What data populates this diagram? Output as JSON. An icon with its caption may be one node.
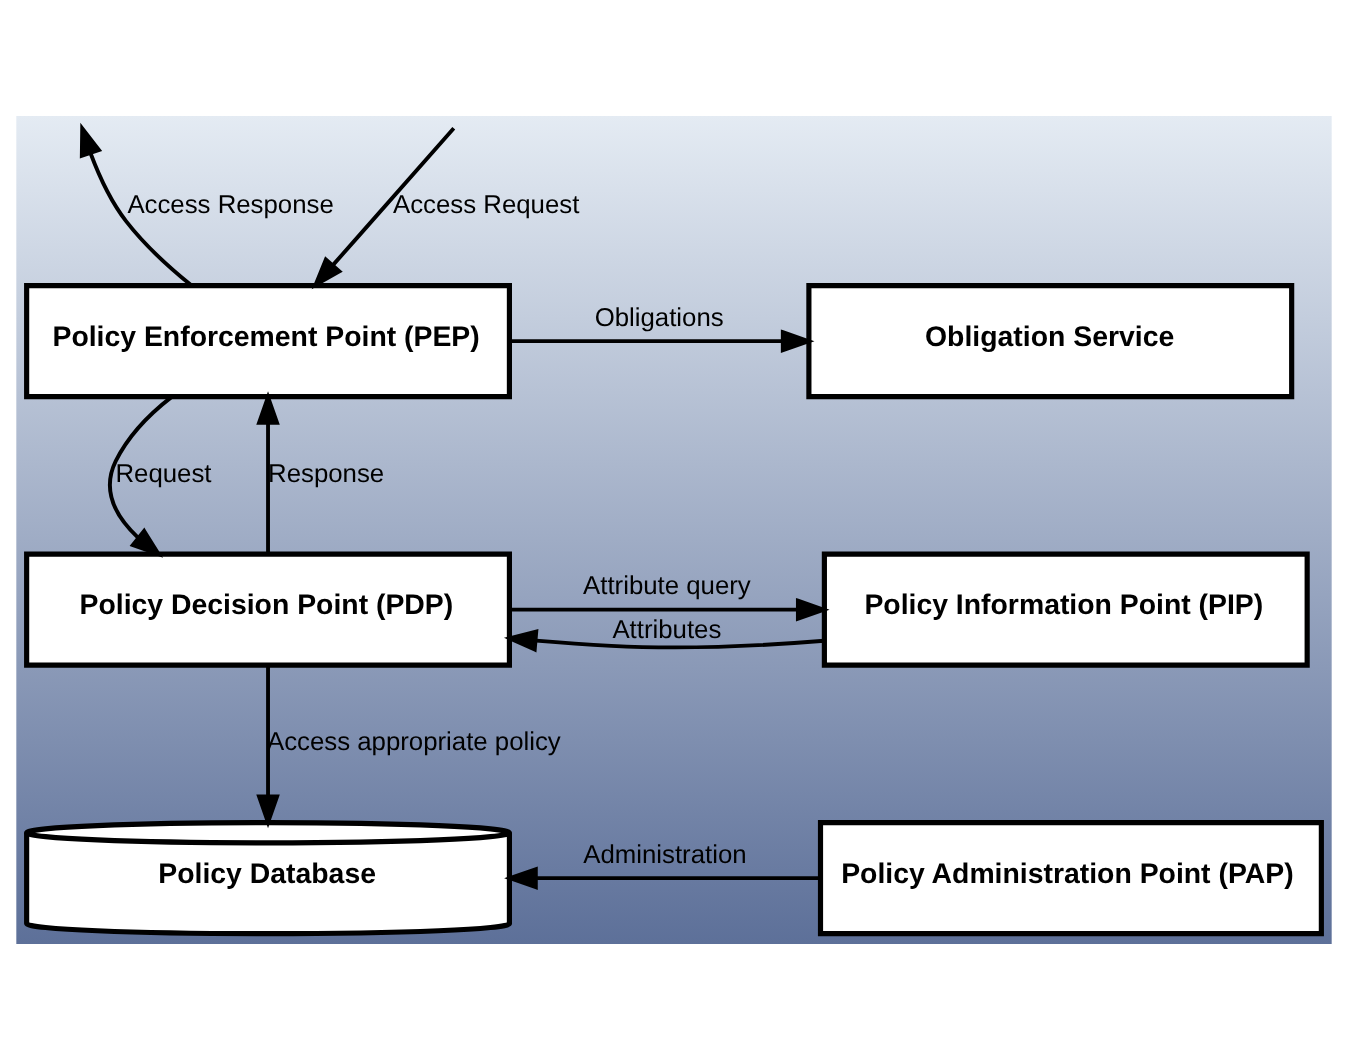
{
  "diagram": {
    "nodes": [
      {
        "text": [
          "Policy Enforcement Point (PEP)"
        ]
      },
      {
        "text": [
          "Obligation Service"
        ]
      },
      {
        "text": [
          "Policy Decision Point (PDP)"
        ]
      },
      {
        "text": [
          "Policy Information Point (PIP)"
        ]
      },
      {
        "text": [
          "Policy Database"
        ]
      },
      {
        "text": [
          "Policy Administration Point (PAP)"
        ]
      }
    ],
    "edges": [
      {
        "from": null,
        "to": 0,
        "arrow": "to",
        "label": "Access Request"
      },
      {
        "from": 0,
        "to": null,
        "arrow": "to",
        "label": "Access Response"
      },
      {
        "from": 0,
        "to": 1,
        "arrow": "to",
        "label": "Obligations"
      },
      {
        "from": 0,
        "to": 2,
        "arrow": "to",
        "label": "Request"
      },
      {
        "from": 2,
        "to": 0,
        "arrow": "to",
        "label": "Response"
      },
      {
        "from": 2,
        "to": 3,
        "arrow": "to",
        "label": "Attribute query"
      },
      {
        "from": 3,
        "to": 2,
        "arrow": "to",
        "label": "Attributes"
      },
      {
        "from": 2,
        "to": 4,
        "arrow": "to",
        "label": "Access appropriate policy"
      },
      {
        "from": 5,
        "to": 4,
        "arrow": "to",
        "label": "Administration"
      }
    ]
  }
}
